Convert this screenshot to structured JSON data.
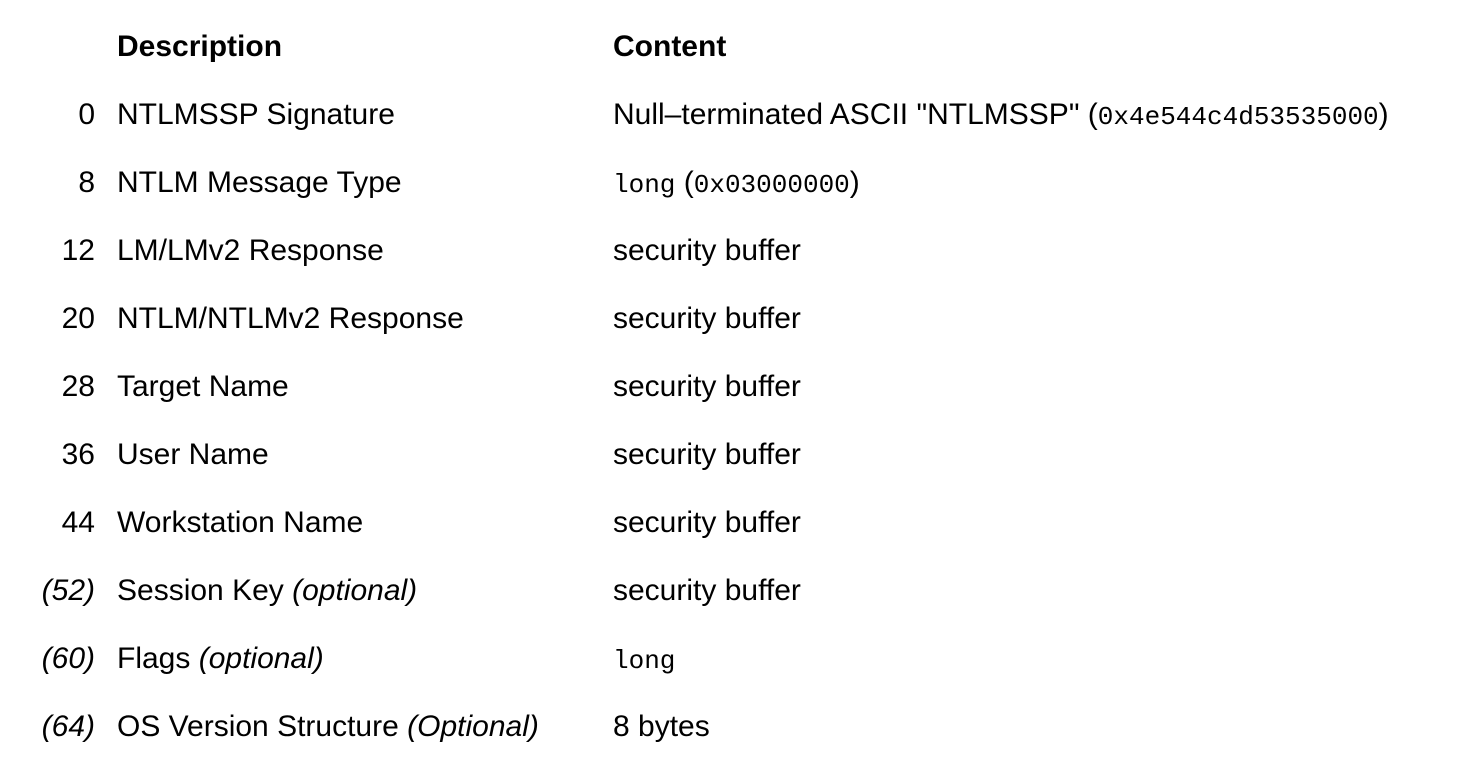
{
  "colors": {
    "text": "#000000",
    "background": "#ffffff"
  },
  "table": {
    "headers": {
      "offset": "",
      "description": "Description",
      "content": "Content"
    },
    "rows": [
      {
        "offset": {
          "text": "0",
          "italic": false
        },
        "description": [
          {
            "text": "NTLMSSP Signature",
            "italic": false
          }
        ],
        "content": [
          {
            "text": "Null–terminated ASCII \"NTLMSSP\" (",
            "mono": false
          },
          {
            "text": "0x4e544c4d53535000",
            "mono": true
          },
          {
            "text": ")",
            "mono": false
          }
        ]
      },
      {
        "offset": {
          "text": "8",
          "italic": false
        },
        "description": [
          {
            "text": "NTLM Message Type",
            "italic": false
          }
        ],
        "content": [
          {
            "text": "long",
            "mono": true
          },
          {
            "text": " (",
            "mono": false
          },
          {
            "text": "0x03000000",
            "mono": true
          },
          {
            "text": ")",
            "mono": false
          }
        ]
      },
      {
        "offset": {
          "text": "12",
          "italic": false
        },
        "description": [
          {
            "text": "LM/LMv2 Response",
            "italic": false
          }
        ],
        "content": [
          {
            "text": "security buffer",
            "mono": false
          }
        ]
      },
      {
        "offset": {
          "text": "20",
          "italic": false
        },
        "description": [
          {
            "text": "NTLM/NTLMv2 Response",
            "italic": false
          }
        ],
        "content": [
          {
            "text": "security buffer",
            "mono": false
          }
        ]
      },
      {
        "offset": {
          "text": "28",
          "italic": false
        },
        "description": [
          {
            "text": "Target Name",
            "italic": false
          }
        ],
        "content": [
          {
            "text": "security buffer",
            "mono": false
          }
        ]
      },
      {
        "offset": {
          "text": "36",
          "italic": false
        },
        "description": [
          {
            "text": "User Name",
            "italic": false
          }
        ],
        "content": [
          {
            "text": "security buffer",
            "mono": false
          }
        ]
      },
      {
        "offset": {
          "text": "44",
          "italic": false
        },
        "description": [
          {
            "text": "Workstation Name",
            "italic": false
          }
        ],
        "content": [
          {
            "text": "security buffer",
            "mono": false
          }
        ]
      },
      {
        "offset": {
          "text": "(52)",
          "italic": true
        },
        "description": [
          {
            "text": "Session Key ",
            "italic": false
          },
          {
            "text": "(optional)",
            "italic": true
          }
        ],
        "content": [
          {
            "text": "security buffer",
            "mono": false
          }
        ]
      },
      {
        "offset": {
          "text": "(60)",
          "italic": true
        },
        "description": [
          {
            "text": "Flags ",
            "italic": false
          },
          {
            "text": "(optional)",
            "italic": true
          }
        ],
        "content": [
          {
            "text": "long",
            "mono": true
          }
        ]
      },
      {
        "offset": {
          "text": "(64)",
          "italic": true
        },
        "description": [
          {
            "text": "OS Version Structure ",
            "italic": false
          },
          {
            "text": "(Optional)",
            "italic": true
          }
        ],
        "content": [
          {
            "text": "8 bytes",
            "mono": false
          }
        ]
      }
    ]
  }
}
